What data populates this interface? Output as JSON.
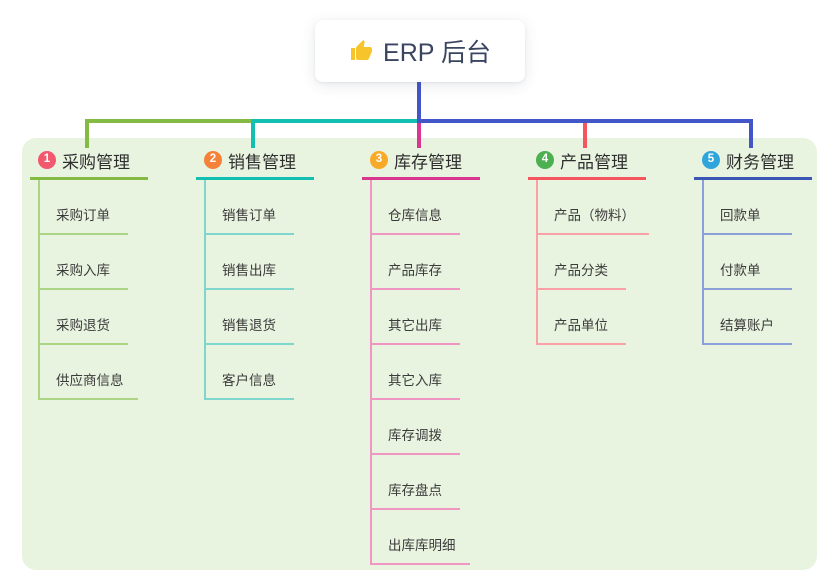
{
  "root": {
    "title": "ERP 后台",
    "icon": "thumbs-up",
    "icon_color": "#f7c52b"
  },
  "panel": {
    "background": "#e9f4e0"
  },
  "connector_color": "#4356c8",
  "branches": [
    {
      "number": "1",
      "title": "采购管理",
      "badge_color": "#f2586e",
      "line_color": "#84bb44",
      "sub_line_color": "#abd584",
      "items": [
        "采购订单",
        "采购入库",
        "采购退货",
        "供应商信息"
      ]
    },
    {
      "number": "2",
      "title": "销售管理",
      "badge_color": "#f58238",
      "line_color": "#12bfb0",
      "sub_line_color": "#7fd6cd",
      "items": [
        "销售订单",
        "销售出库",
        "销售退货",
        "客户信息"
      ]
    },
    {
      "number": "3",
      "title": "库存管理",
      "badge_color": "#f7a928",
      "line_color": "#d8368f",
      "sub_line_color": "#ef97c2",
      "items": [
        "仓库信息",
        "产品库存",
        "其它出库",
        "其它入库",
        "库存调拨",
        "库存盘点",
        "出库库明细"
      ]
    },
    {
      "number": "4",
      "title": "产品管理",
      "badge_color": "#4caf50",
      "line_color": "#f4555e",
      "sub_line_color": "#f9a1a6",
      "items": [
        "产品（物料）",
        "产品分类",
        "产品单位"
      ]
    },
    {
      "number": "5",
      "title": "财务管理",
      "badge_color": "#2fa5dc",
      "line_color": "#3a57b5",
      "sub_line_color": "#8ca0d8",
      "items": [
        "回款单",
        "付款单",
        "结算账户"
      ]
    }
  ]
}
